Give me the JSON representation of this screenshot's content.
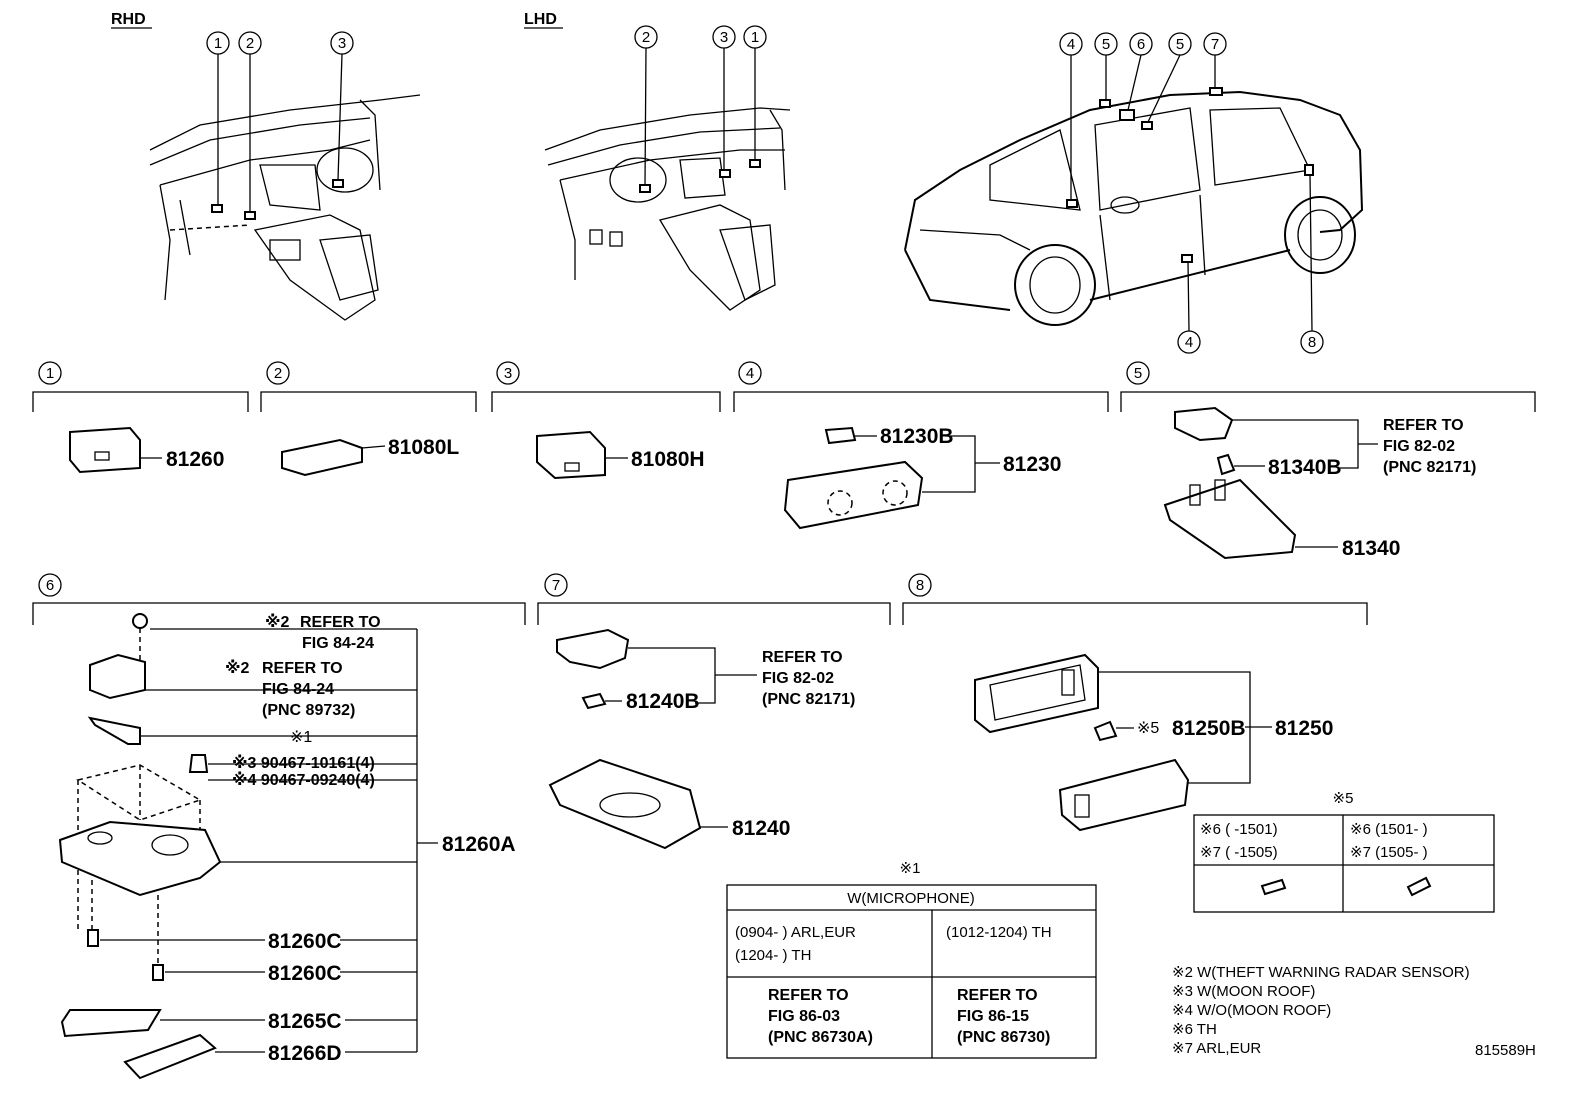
{
  "top_labels": {
    "rhd": "RHD",
    "lhd": "LHD"
  },
  "callout_markers": {
    "rhd": [
      "1",
      "2",
      "3"
    ],
    "lhd": [
      "2",
      "3",
      "1"
    ],
    "car_top": [
      "4",
      "5",
      "6",
      "5",
      "7"
    ],
    "car_bottom": [
      "4",
      "8"
    ]
  },
  "sections": [
    {
      "num": "1",
      "parts": [
        "81260"
      ]
    },
    {
      "num": "2",
      "parts": [
        "81080L"
      ]
    },
    {
      "num": "3",
      "parts": [
        "81080H"
      ]
    },
    {
      "num": "4",
      "parts": [
        "81230B",
        "81230"
      ]
    },
    {
      "num": "5",
      "parts": [
        "81340B",
        "81340"
      ],
      "refer": [
        "REFER TO",
        "FIG 82-02",
        "(PNC 82171)"
      ]
    },
    {
      "num": "6",
      "parts": [
        "81260A",
        "81260C",
        "81260C",
        "81265C",
        "81266D"
      ]
    },
    {
      "num": "7",
      "parts": [
        "81240B",
        "81240"
      ],
      "refer": [
        "REFER TO",
        "FIG 82-02",
        "(PNC 82171)"
      ]
    },
    {
      "num": "8",
      "parts": [
        "81250B",
        "81250"
      ]
    }
  ],
  "section6_refs": {
    "ref1_mark": "※2",
    "ref1_lines": [
      "REFER TO",
      "FIG 84-24"
    ],
    "ref2_mark": "※2",
    "ref2_lines": [
      "REFER TO",
      "FIG 84-24",
      "(PNC 89732)"
    ],
    "note1": "※1",
    "bolt1": "※3 90467-10161(4)",
    "bolt2": "※4 90467-09240(4)"
  },
  "section8_note": "※5",
  "table1": {
    "mark": "※1",
    "title": "W(MICROPHONE)",
    "left_lines": [
      "(0904-          ) ARL,EUR",
      "(1204-          ) TH"
    ],
    "right_line": "(1012-1204) TH",
    "left_ref": [
      "REFER TO",
      "FIG 86-03",
      "(PNC 86730A)"
    ],
    "right_ref": [
      "REFER TO",
      "FIG 86-15",
      "(PNC 86730)"
    ]
  },
  "table5": {
    "mark": "※5",
    "left_lines": [
      "※6 (        -1501)",
      "※7 (        -1505)"
    ],
    "right_lines": [
      "※6 (1501-         )",
      "※7 (1505-         )"
    ]
  },
  "legend": [
    "※2 W(THEFT WARNING RADAR SENSOR)",
    "※3 W(MOON ROOF)",
    "※4 W/O(MOON ROOF)",
    "※6 TH",
    "※7 ARL,EUR"
  ],
  "diagram_id": "815589H"
}
